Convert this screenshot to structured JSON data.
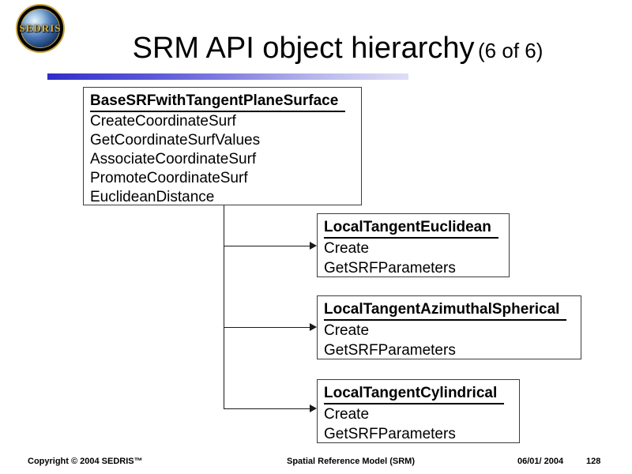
{
  "logo": {
    "text": "SEDRIS"
  },
  "header": {
    "title": "SRM API object hierarchy",
    "page_indicator": "(6 of 6)"
  },
  "diagram": {
    "parent": {
      "name": "BaseSRFwithTangentPlaneSurface",
      "methods": [
        "CreateCoordinateSurf",
        "GetCoordinateSurfValues",
        "AssociateCoordinateSurf",
        "PromoteCoordinateSurf",
        "EuclideanDistance"
      ]
    },
    "children": [
      {
        "name": "LocalTangentEuclidean",
        "methods": [
          "Create",
          "GetSRFParameters"
        ]
      },
      {
        "name": "LocalTangentAzimuthalSpherical",
        "methods": [
          "Create",
          "GetSRFParameters"
        ]
      },
      {
        "name": "LocalTangentCylindrical",
        "methods": [
          "Create",
          "GetSRFParameters"
        ]
      }
    ]
  },
  "footer": {
    "copyright": "Copyright © 2004 SEDRIS™",
    "center": "Spatial Reference Model (SRM)",
    "date": "06/01/ 2004",
    "page_number": "128"
  },
  "colors": {
    "bar_gradient_start": "#312bc7",
    "bar_gradient_end": "#dedef6",
    "box_border": "#3c3c3c",
    "connector": "#1a1a1a",
    "logo_gold": "#c9a33a",
    "background": "#ffffff"
  }
}
